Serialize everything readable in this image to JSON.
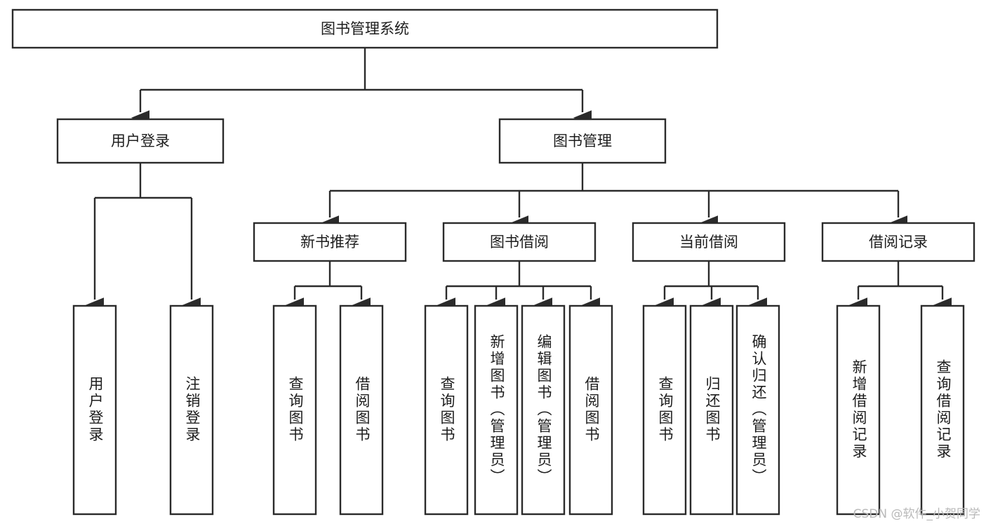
{
  "diagram": {
    "type": "tree-hierarchy",
    "title": "图书管理系统",
    "watermark": "CSDN @软件_小贺同学",
    "colors": {
      "stroke": "#2b2b2b",
      "fill": "#ffffff",
      "text": "#1d1d1d",
      "watermark": "#b9b9b9",
      "background": "#ffffff"
    },
    "levels": {
      "root": {
        "label": "图书管理系统"
      },
      "level1": [
        {
          "label": "用户登录"
        },
        {
          "label": "图书管理"
        }
      ],
      "level2": [
        {
          "label": "新书推荐",
          "parent": "图书管理"
        },
        {
          "label": "图书借阅",
          "parent": "图书管理"
        },
        {
          "label": "当前借阅",
          "parent": "图书管理"
        },
        {
          "label": "借阅记录",
          "parent": "图书管理"
        }
      ],
      "leaves": [
        {
          "label": "用户登录",
          "parent": "用户登录"
        },
        {
          "label": "注销登录",
          "parent": "用户登录"
        },
        {
          "label": "查询图书",
          "parent": "新书推荐"
        },
        {
          "label": "借阅图书",
          "parent": "新书推荐"
        },
        {
          "label": "查询图书",
          "parent": "图书借阅"
        },
        {
          "label": "新增图书（管理员）",
          "parent": "图书借阅"
        },
        {
          "label": "编辑图书（管理员）",
          "parent": "图书借阅"
        },
        {
          "label": "借阅图书",
          "parent": "图书借阅"
        },
        {
          "label": "查询图书",
          "parent": "当前借阅"
        },
        {
          "label": "归还图书",
          "parent": "当前借阅"
        },
        {
          "label": "确认归还（管理员）",
          "parent": "当前借阅"
        },
        {
          "label": "新增借阅记录",
          "parent": "借阅记录"
        },
        {
          "label": "查询借阅记录",
          "parent": "借阅记录"
        }
      ]
    }
  }
}
